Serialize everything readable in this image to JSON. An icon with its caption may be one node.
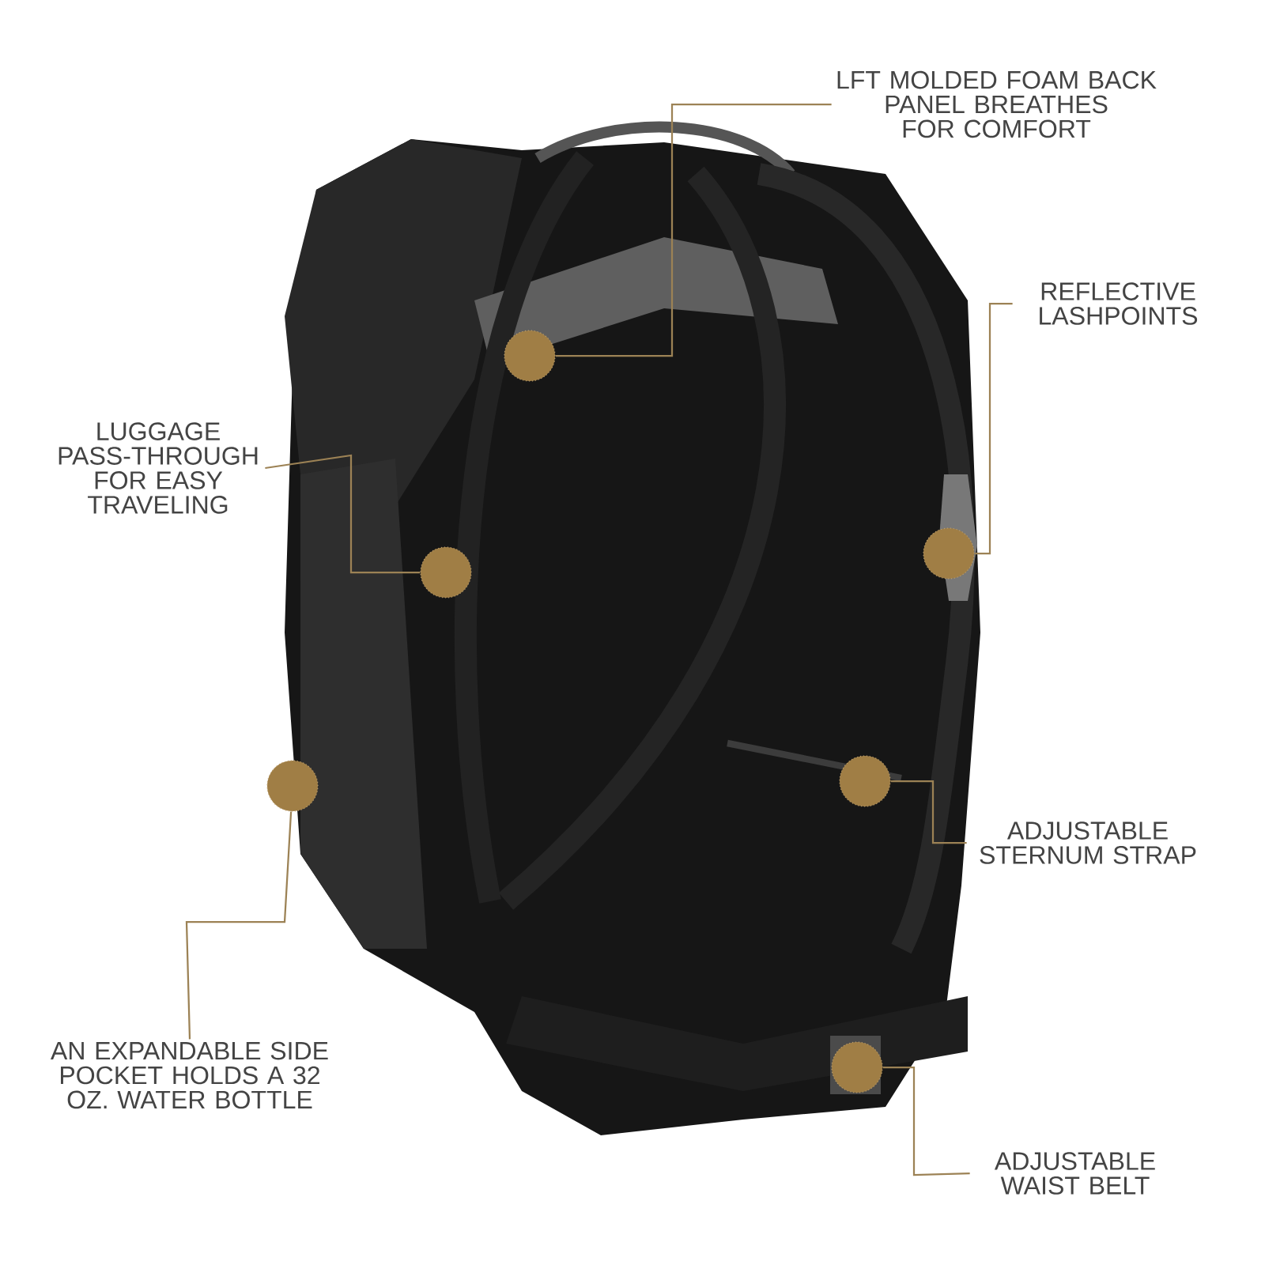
{
  "diagram": {
    "nodes": [
      {
        "text": [
          "LFT MOLDED FOAM BACK PANEL BREATHES FOR COMFORT"
        ]
      },
      {
        "text": [
          "REFLECTIVE LASHPOINTS"
        ]
      },
      {
        "text": [
          "LUGGAGE PASS-THROUGH FOR EASY TRAVELING"
        ]
      },
      {
        "text": [
          "ADJUSTABLE STERNUM STRAP"
        ]
      },
      {
        "text": [
          "AN EXPANDABLE SIDE POCKET HOLDS A 32 OZ. WATER BOTTLE"
        ]
      },
      {
        "text": [
          "ADJUSTABLE WAIST BELT"
        ]
      },
      {
        "text": [],
        "shape": "circle"
      },
      {
        "text": [],
        "shape": "circle"
      },
      {
        "text": [],
        "shape": "circle"
      },
      {
        "text": [],
        "shape": "circle"
      },
      {
        "text": [],
        "shape": "circle"
      },
      {
        "text": [],
        "shape": "circle"
      }
    ],
    "edges": [
      {
        "from": 0,
        "to": 6,
        "arrow": "none"
      },
      {
        "from": 1,
        "to": 8,
        "arrow": "none"
      },
      {
        "from": 2,
        "to": 7,
        "arrow": "none"
      },
      {
        "from": 10,
        "to": 3,
        "arrow": "none"
      },
      {
        "from": 9,
        "to": 4,
        "arrow": "none"
      },
      {
        "from": 11,
        "to": 5,
        "arrow": "none"
      }
    ]
  }
}
